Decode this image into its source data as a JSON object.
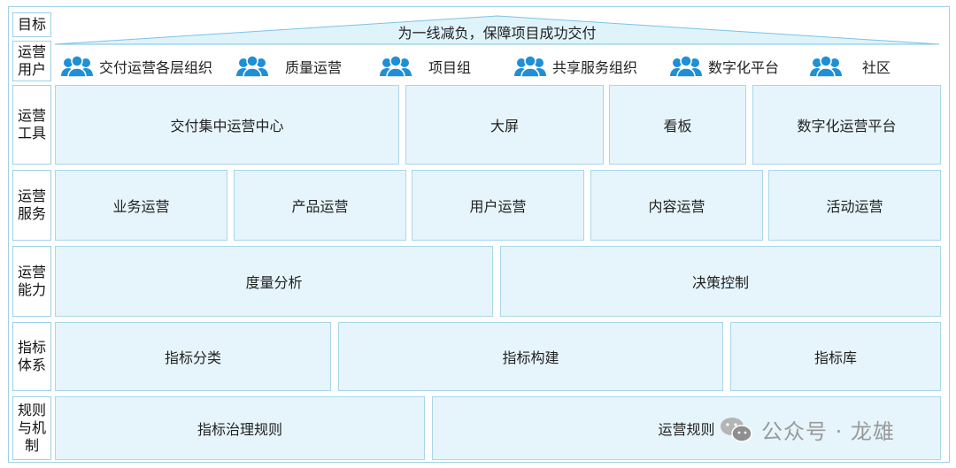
{
  "labels": {
    "goal": "目标",
    "users": "运营用户",
    "tools": "运营工具",
    "services": "运营服务",
    "capability": "运营能力",
    "metrics": "指标体系",
    "rules": "规则与机制"
  },
  "goal": "为一线减负，保障项目成功交付",
  "users": [
    "交付运营各层组织",
    "质量运营",
    "项目组",
    "共享服务组织",
    "数字化平台",
    "社区"
  ],
  "tools": [
    "交付集中运营中心",
    "大屏",
    "看板",
    "数字化运营平台"
  ],
  "services": [
    "业务运营",
    "产品运营",
    "用户运营",
    "内容运营",
    "活动运营"
  ],
  "capability": [
    "度量分析",
    "决策控制"
  ],
  "metrics": [
    "指标分类",
    "指标构建",
    "指标库"
  ],
  "rules": [
    "指标治理规则",
    "运营规则"
  ],
  "watermark": "公众号 · 龙雄",
  "colors": {
    "cell_fill": "#e6f5fb",
    "border": "#a9d6ea",
    "icon": "#1f8fd6",
    "roof": "#dff3fb"
  }
}
